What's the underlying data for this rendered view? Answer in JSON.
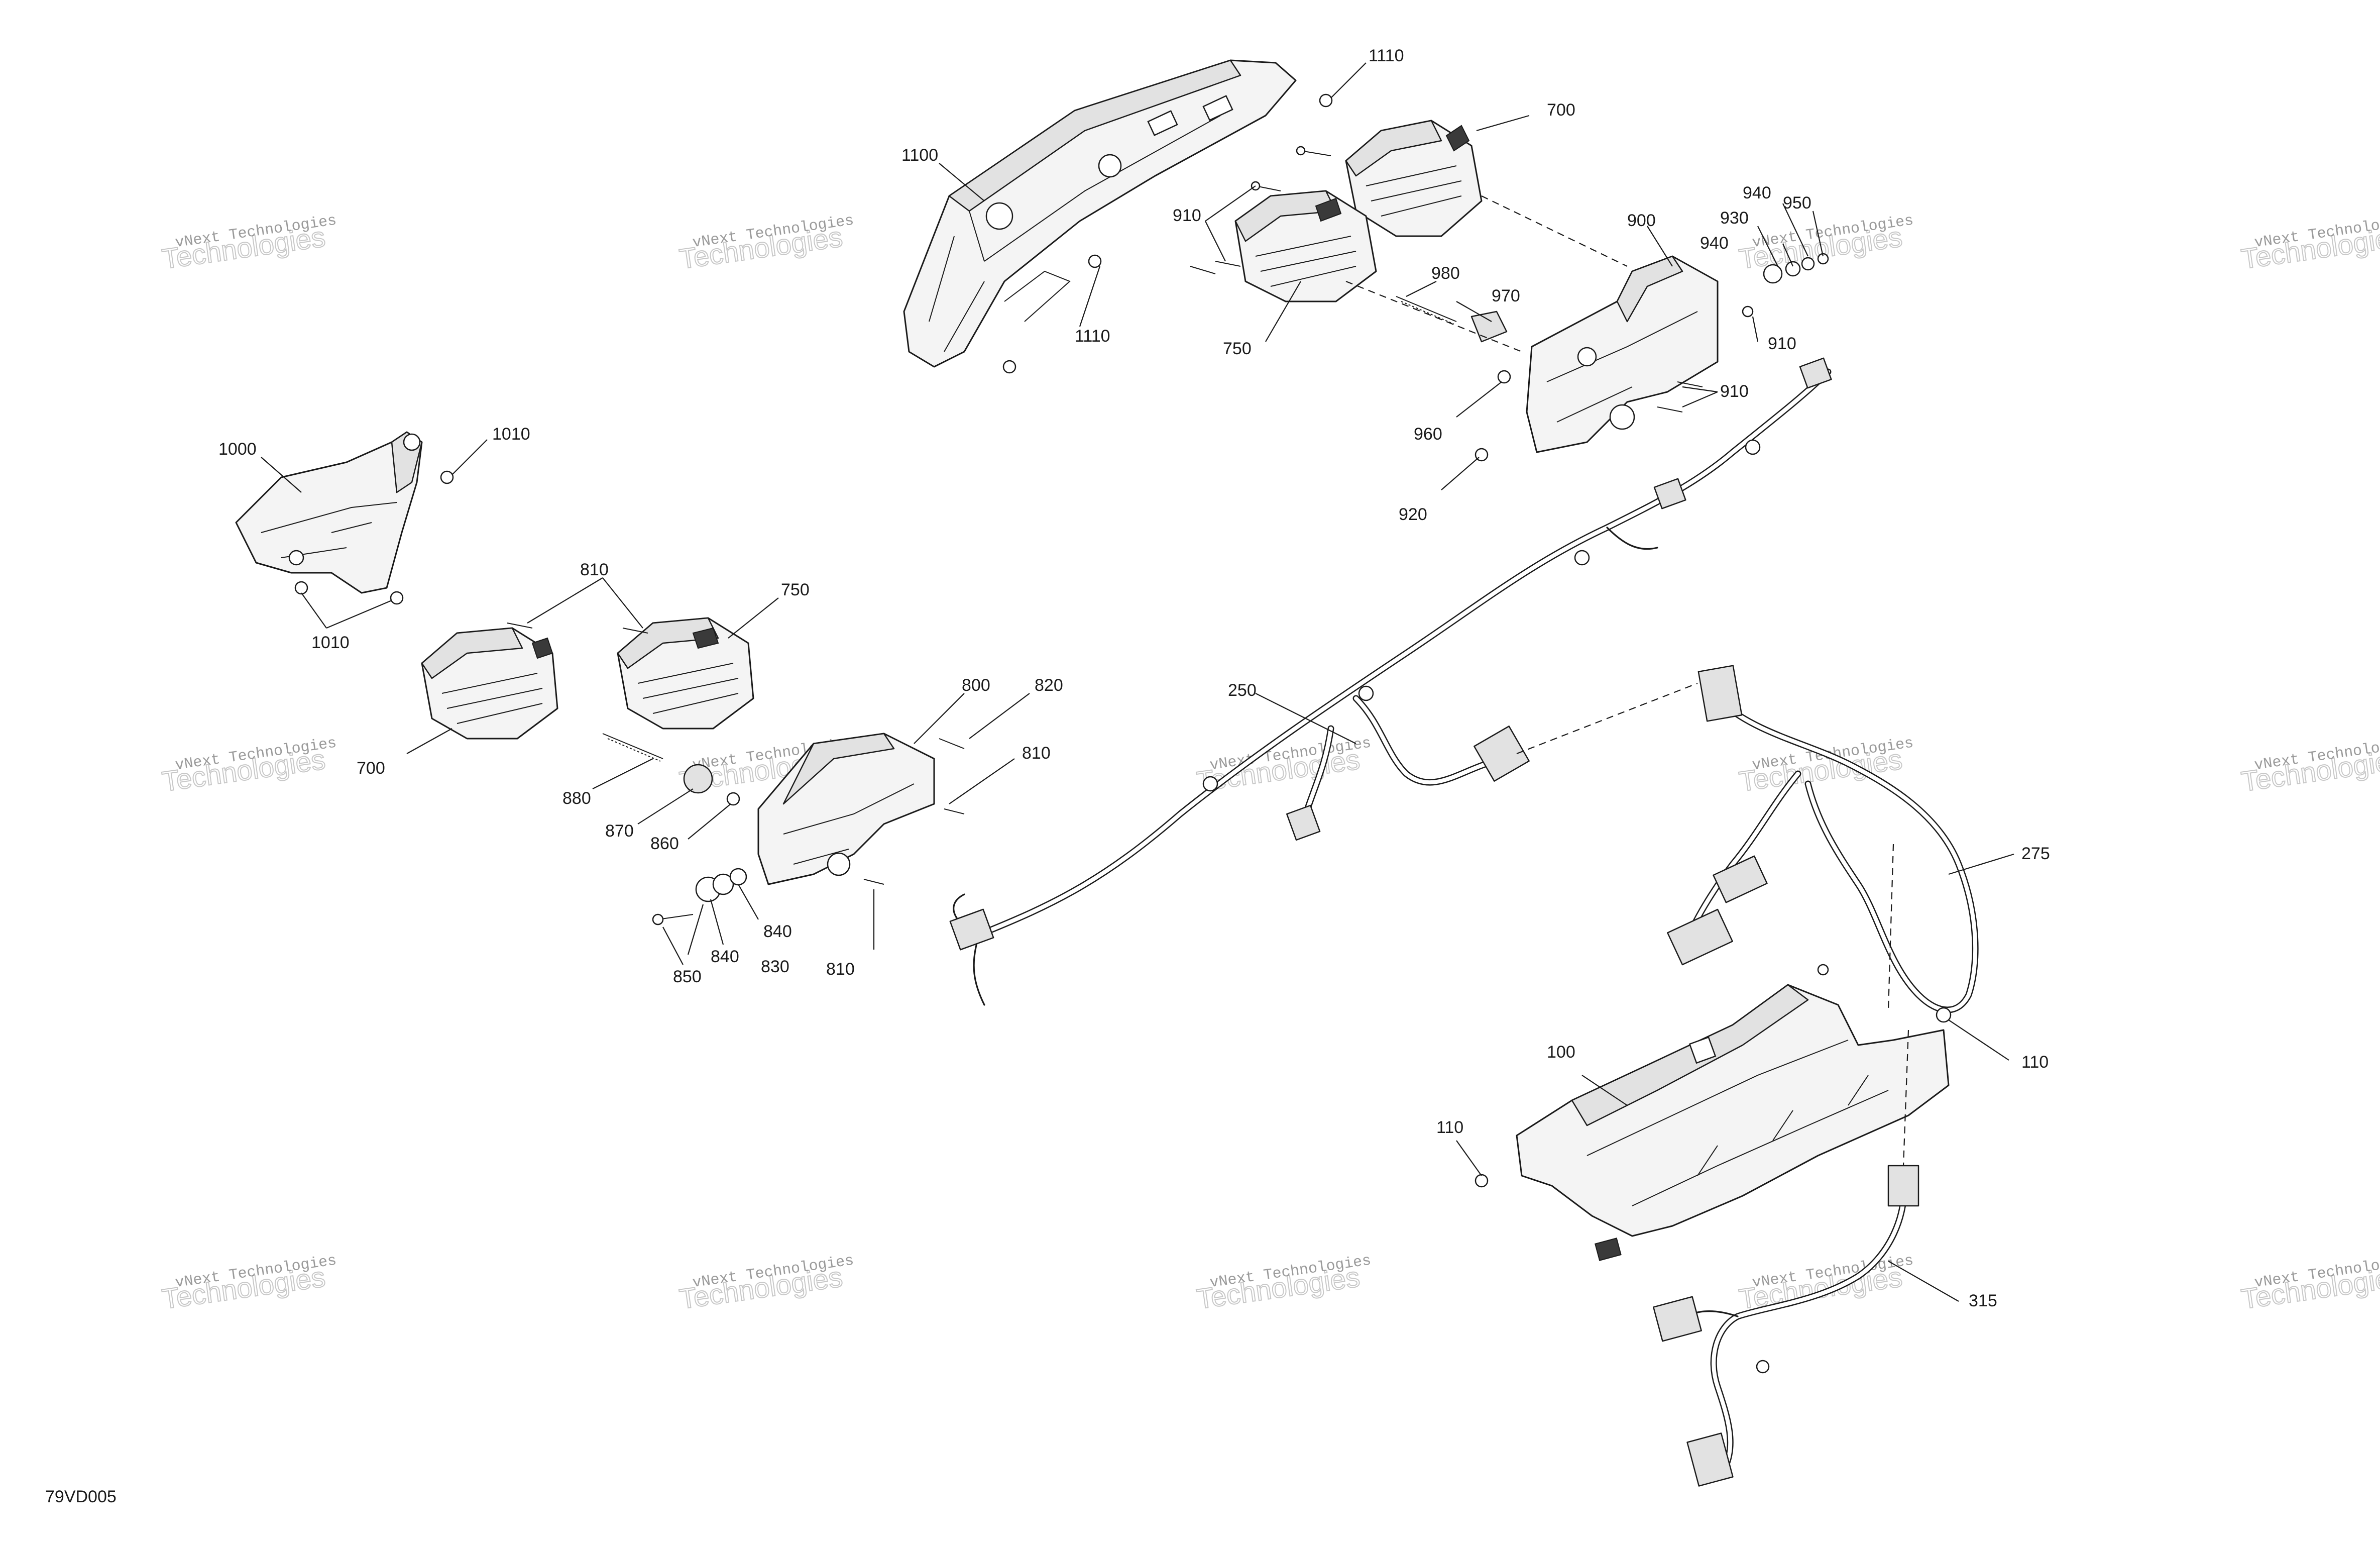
{
  "diagram_ref": "79VD005",
  "watermark": {
    "line1": "vNext Technologies",
    "line2": "Technologies",
    "line3": "vNext"
  },
  "callouts": {
    "c1110a": "1110",
    "c1110b": "1110",
    "c1100": "1100",
    "c700a": "700",
    "c910a": "910",
    "c910b": "910",
    "c910c": "910",
    "c900": "900",
    "c940a": "940",
    "c940b": "940",
    "c950": "950",
    "c930": "930",
    "c980": "980",
    "c970": "970",
    "c750a": "750",
    "c960": "960",
    "c920": "920",
    "c1000": "1000",
    "c1010a": "1010",
    "c1010b": "1010",
    "c810a": "810",
    "c750b": "750",
    "c700b": "700",
    "c800": "800",
    "c820": "820",
    "c810b": "810",
    "c810c": "810",
    "c880": "880",
    "c870": "870",
    "c860": "860",
    "c840a": "840",
    "c840b": "840",
    "c830": "830",
    "c850": "850",
    "c250": "250",
    "c275": "275",
    "c110a": "110",
    "c110b": "110",
    "c100": "100",
    "c315": "315"
  }
}
